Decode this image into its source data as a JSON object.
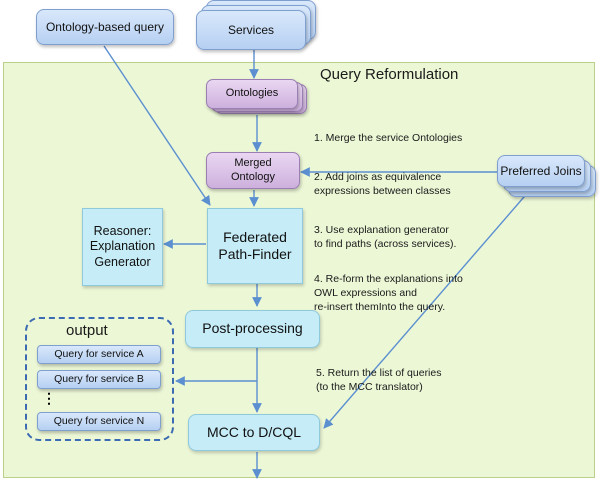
{
  "region": {
    "title": "Query Reformulation"
  },
  "nodes": {
    "ontology_query": "Ontology-based query",
    "services": "Services",
    "ontologies": "Ontologies",
    "merged_ontology": "Merged Ontology",
    "preferred_joins": "Preferred Joins",
    "reasoner": "Reasoner: Explanation Generator",
    "path_finder": "Federated Path-Finder",
    "post_processing": "Post-processing",
    "mcc": "MCC to D/CQL"
  },
  "output": {
    "title": "output",
    "items": [
      "Query for service A",
      "Query for service B",
      "Query for service N"
    ],
    "ellipsis": "⋮"
  },
  "steps": [
    {
      "line1": "1. Merge the service Ontologies",
      "line2": "",
      "line3": ""
    },
    {
      "line1": "2. Add joins as equivalence",
      "line2": "expressions between classes",
      "line3": ""
    },
    {
      "line1": "3. Use explanation generator",
      "line2": "to find paths (across services).",
      "line3": ""
    },
    {
      "line1": "4. Re-form the explanations into",
      "line2": "OWL expressions and",
      "line3": "re-insert themInto the query."
    },
    {
      "line1": "5. Return the list of queries",
      "line2": " (to the MCC translator)",
      "line3": ""
    }
  ],
  "colors": {
    "arrow": "#5b8fd0",
    "region": "#ecf7d6",
    "blue_node": "#c8dcf6",
    "purple_node": "#dcc4e8",
    "cyan_node": "#c5ecf7",
    "output_border": "#3c6bb3"
  }
}
